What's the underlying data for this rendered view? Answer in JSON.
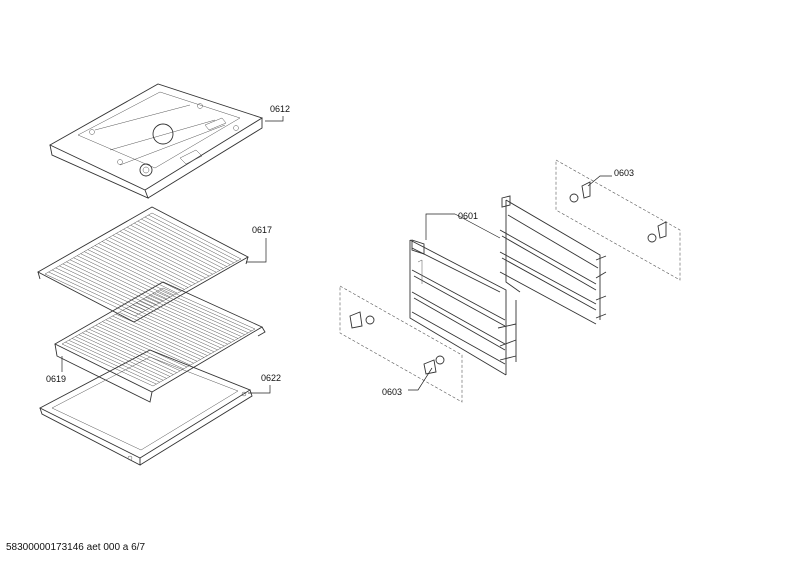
{
  "parts": {
    "p0612": "0612",
    "p0617": "0617",
    "p0619": "0619",
    "p0622": "0622",
    "p0601": "0601",
    "p0603_top": "0603",
    "p0603_bottom": "0603"
  },
  "footer": {
    "doc_code": "58300000173146 aet 000 a 6/7"
  }
}
